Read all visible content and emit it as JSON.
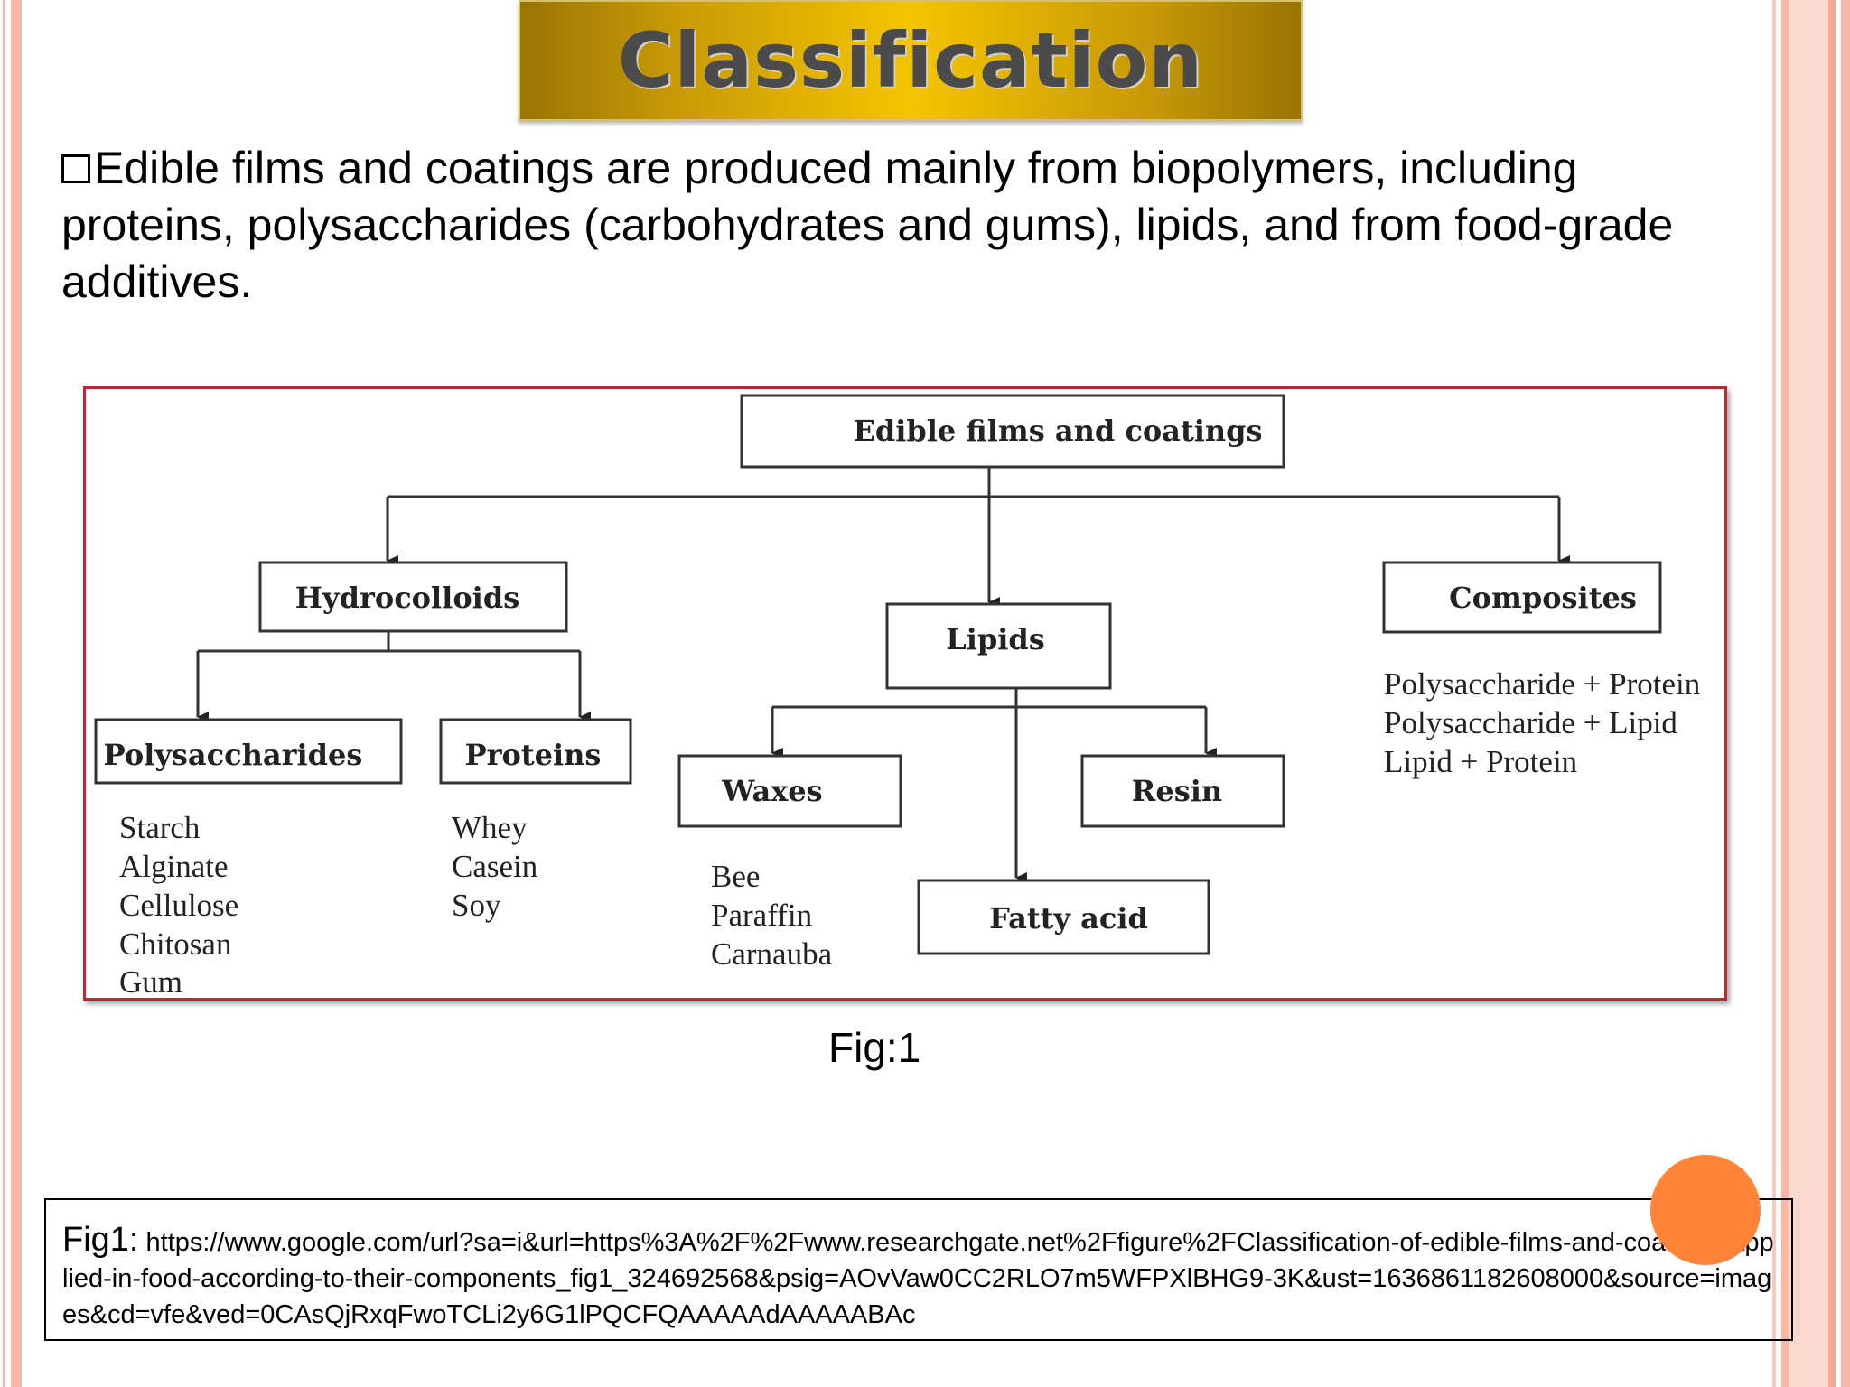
{
  "slide": {
    "title": "Classification",
    "bullet_text": "Edible films and coatings are produced mainly from biopolymers, including proteins, polysaccharides (carbohydrates and gums), lipids, and from food-grade additives.",
    "figure_caption": "Fig:1",
    "reference_label": "Fig1:",
    "reference_url": "https://www.google.com/url?sa=i&url=https%3A%2F%2Fwww.researchgate.net%2Ffigure%2FClassification-of-edible-films-and-coatings-applied-in-food-according-to-their-components_fig1_324692568&psig=AOvVaw0CC2RLO7m5WFPXlBHG9-3K&ust=1636861182608000&source=images&cd=vfe&ved=0CAsQjRxqFwoTCLi2y6G1lPQCFQAAAAAdAAAAABAc"
  },
  "diagram": {
    "root": "Edible films and coatings",
    "hydrocolloids": "Hydrocolloids",
    "lipids": "Lipids",
    "composites": "Composites",
    "polysaccharides": "Polysaccharides",
    "proteins": "Proteins",
    "waxes": "Waxes",
    "resin": "Resin",
    "fatty_acid": "Fatty acid",
    "polysaccharide_items": [
      "Starch",
      "Alginate",
      "Cellulose",
      "Chitosan",
      "Gum"
    ],
    "protein_items": [
      "Whey",
      "Casein",
      "Soy"
    ],
    "wax_items": [
      "Bee",
      "Paraffin",
      "Carnauba"
    ],
    "composite_items": [
      "Polysaccharide + Protein",
      "Polysaccharide + Lipid",
      "Lipid + Protein"
    ]
  },
  "colors": {
    "title_gold": "#f5c400",
    "figure_border": "#c0272d",
    "accent_orange": "#ff8438"
  }
}
